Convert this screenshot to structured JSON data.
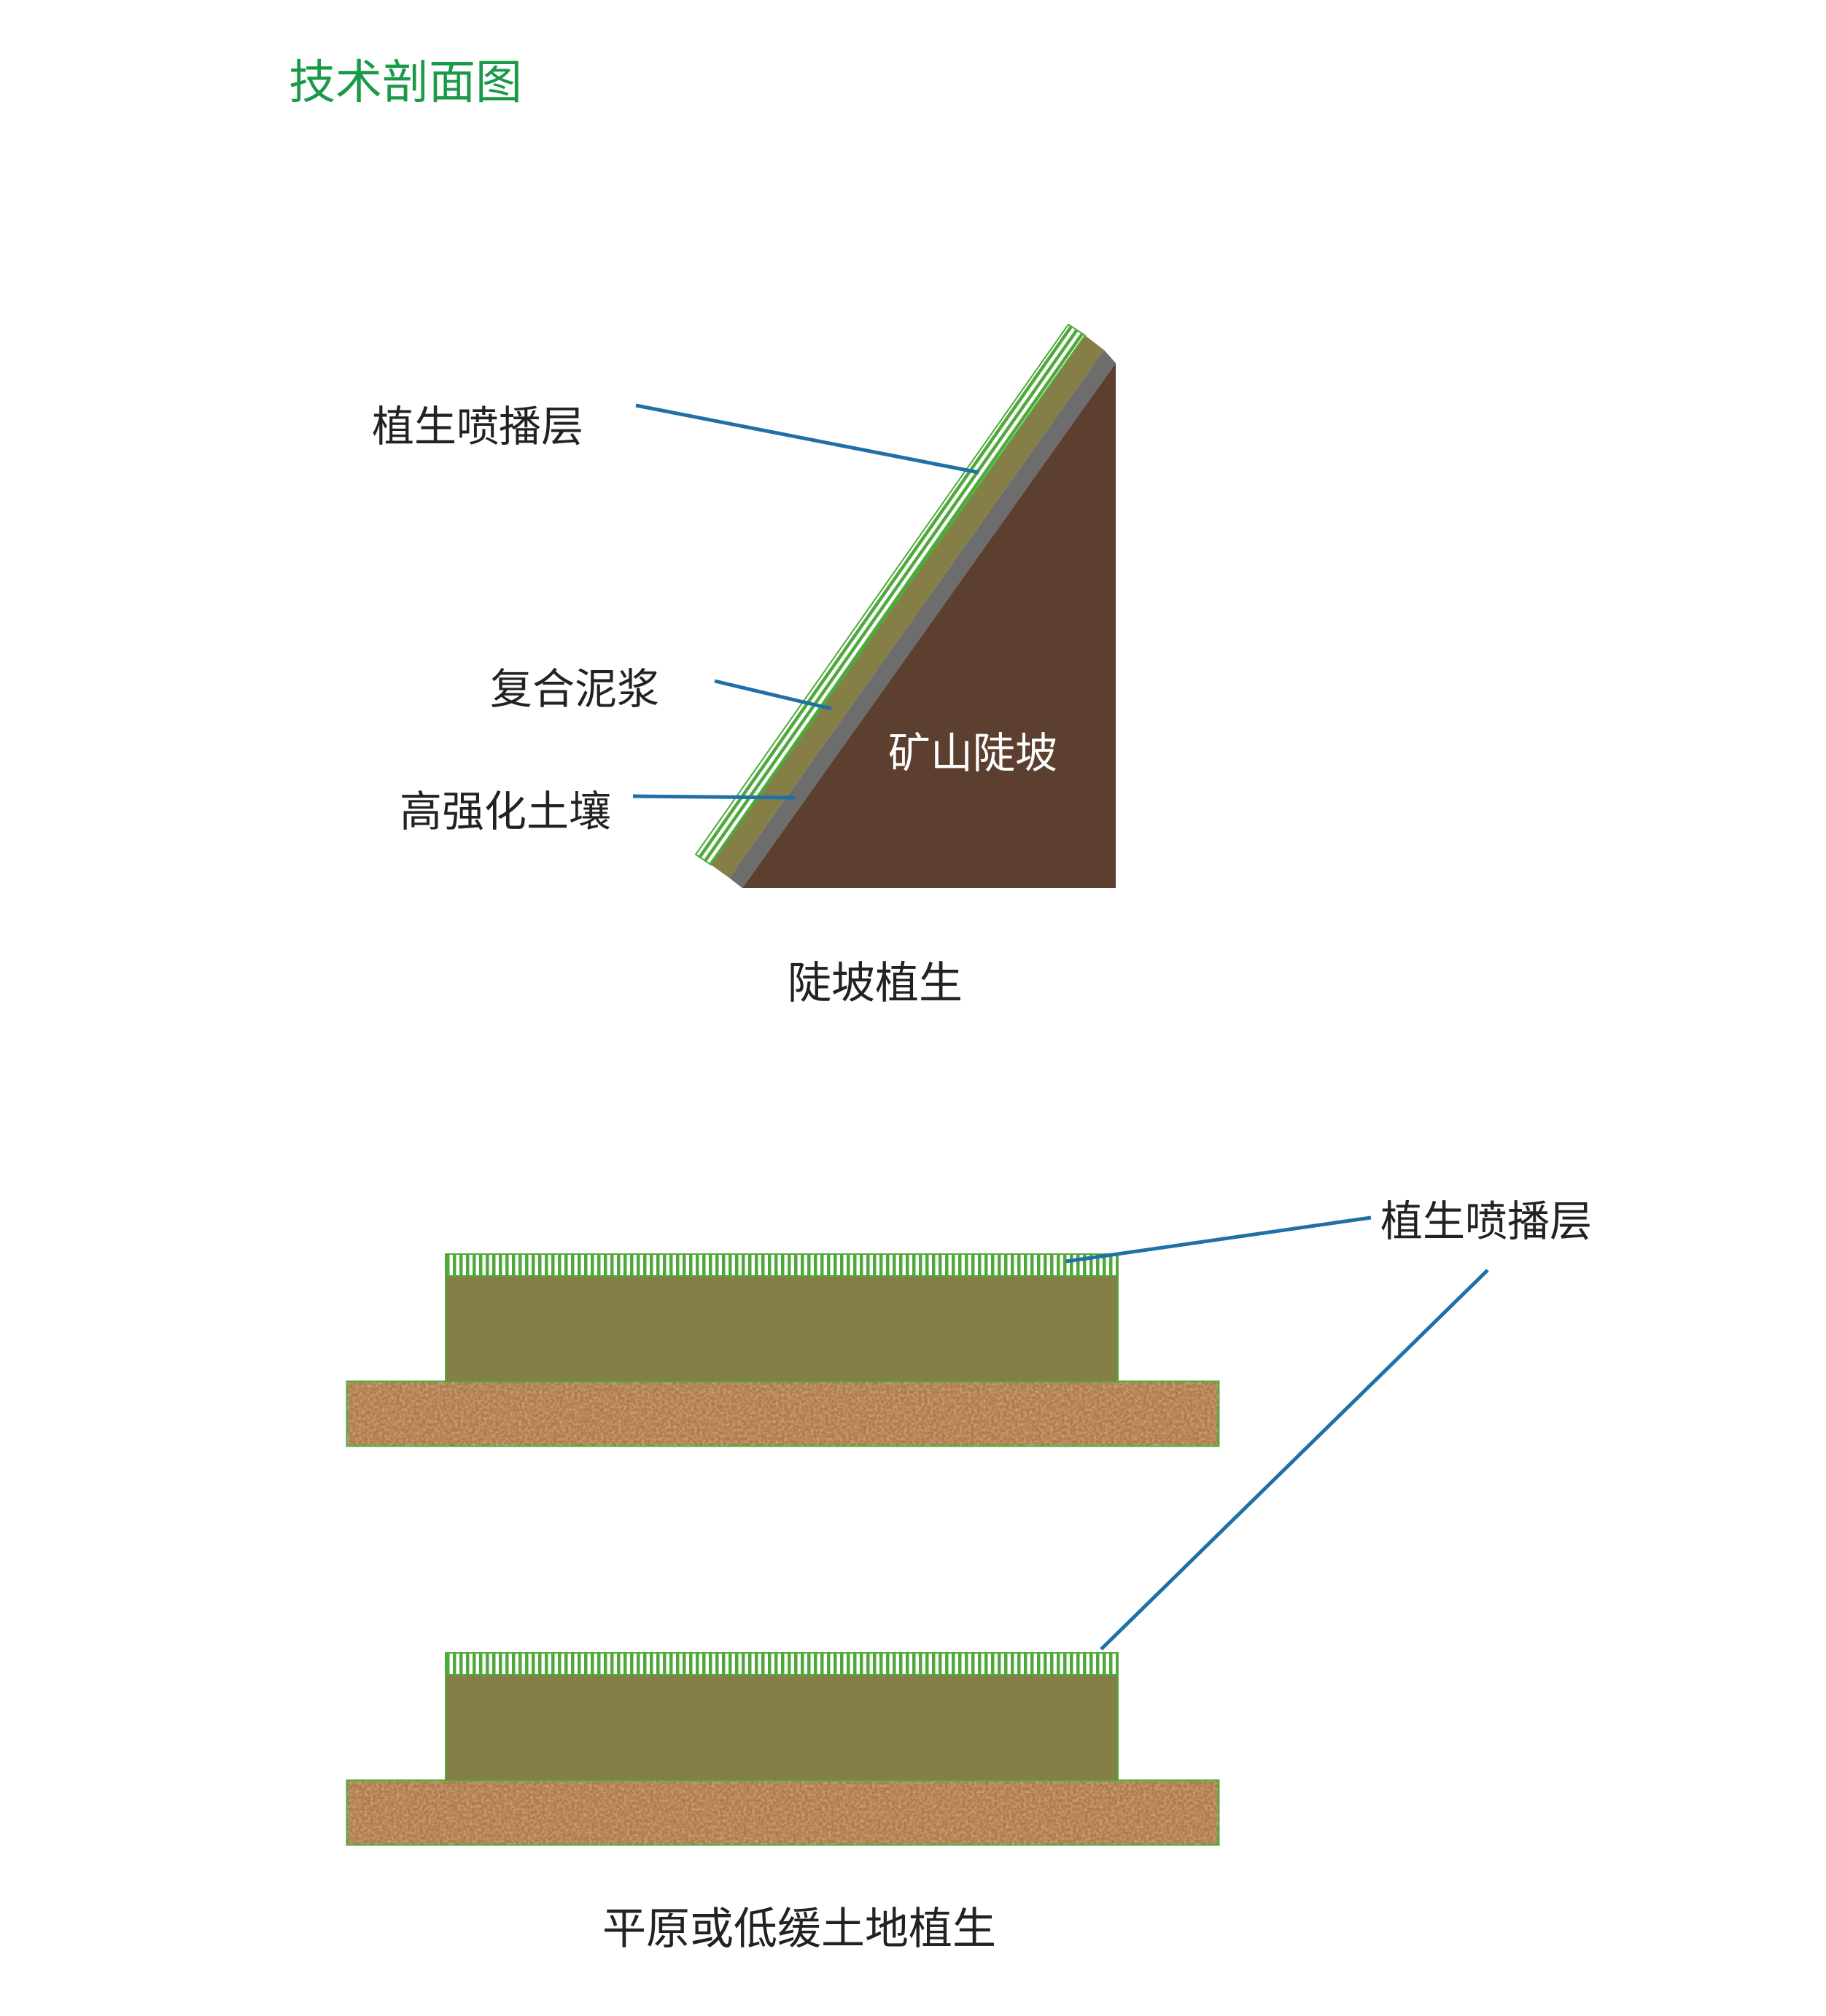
{
  "title": "技术剖面图",
  "slope_section": {
    "labels": {
      "planting_layer": "植生喷播层",
      "composite_mud": "复合泥浆",
      "reinforced_soil": "高强化土壤",
      "mine_slope": "矿山陡坡"
    },
    "caption": "陡坡植生"
  },
  "flat_section": {
    "labels": {
      "planting_layer": "植生喷播层"
    },
    "caption": "平原或低缓土地植生"
  },
  "colors": {
    "title_green": "#1a9a48",
    "slope_brown": "#5d3f2f",
    "reinforced_gray": "#6d6d6d",
    "mud_olive": "#857f47",
    "grass_green": "#4fa93a",
    "soil_tan": "#b07a4b",
    "leader_blue": "#2070a8"
  }
}
